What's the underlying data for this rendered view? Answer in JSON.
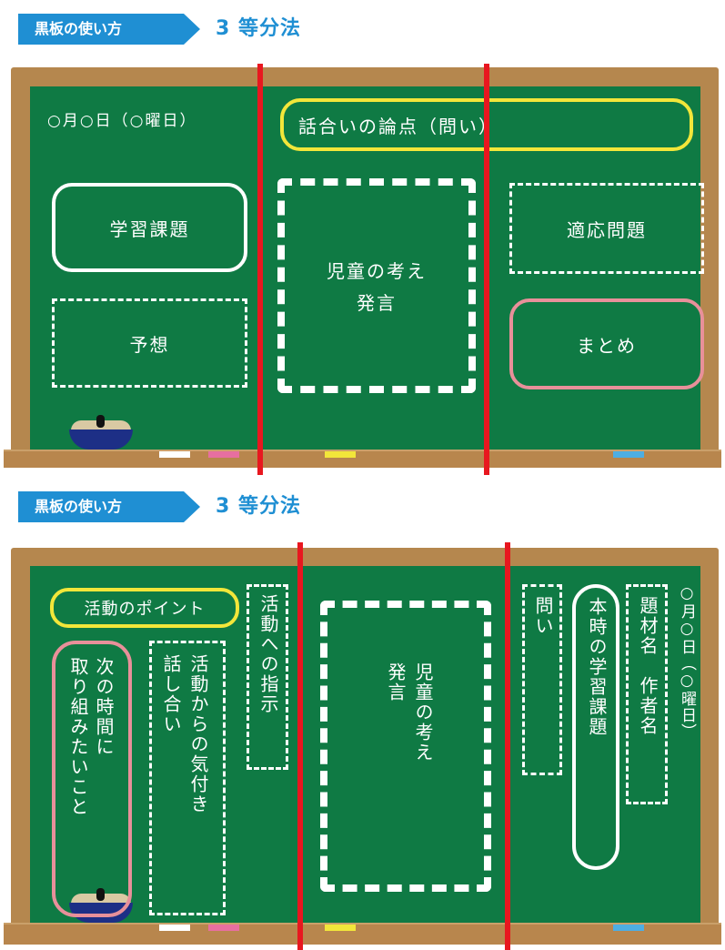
{
  "top": {
    "tag": "黒板の使い方",
    "title": "3 等分法",
    "date": "○月○日（○曜日）",
    "point": "話合いの論点（問い）",
    "task": "学習課題",
    "prediction": "予想",
    "thoughts_line1": "児童の考え",
    "thoughts_line2": "発言",
    "applied": "適応問題",
    "summary": "まとめ"
  },
  "bottom": {
    "tag": "黒板の使い方",
    "title": "3 等分法",
    "activity_point": "活動のポイント",
    "next_line1": "次の時間に",
    "next_line2": "取り組みたいこと",
    "notice_line1": "活動からの気付き",
    "notice_line2": "話し合い",
    "instruction": "活動への指示",
    "thoughts_line1": "児童の考え",
    "thoughts_line2": "発言",
    "question": "問い",
    "task": "本時の学習課題",
    "material": "題材名　作者名",
    "date": "○月○日（○曜日）"
  },
  "colors": {
    "board": "#0f7a44",
    "frame": "#b5874e",
    "accent_blue": "#1f8fd3",
    "divider_red": "#e8171f",
    "chalk_yellow": "#f2e63a",
    "chalk_pink": "#e8909a"
  }
}
